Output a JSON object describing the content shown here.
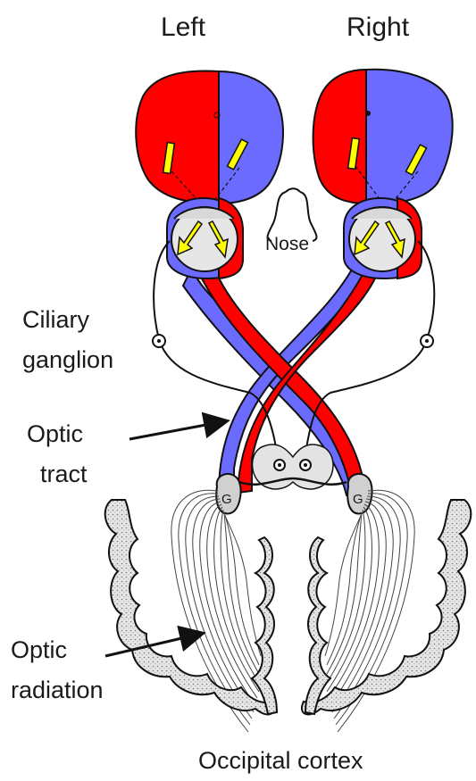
{
  "headers": {
    "left": "Left",
    "right": "Right"
  },
  "labels": {
    "nose": "Nose",
    "ciliary_1": "Ciliary",
    "ciliary_2": "ganglion",
    "optic_tract_1": "Optic",
    "optic_tract_2": "tract",
    "optic_radiation_1": "Optic",
    "optic_radiation_2": "radiation",
    "occipital": "Occipital cortex",
    "lgn_left": "G",
    "lgn_right": "G"
  },
  "colors": {
    "red": "#ff0000",
    "blue": "#6b6bff",
    "yellow": "#ffff00",
    "outline": "#111111",
    "cortex_fill": "#d9d9d9"
  }
}
